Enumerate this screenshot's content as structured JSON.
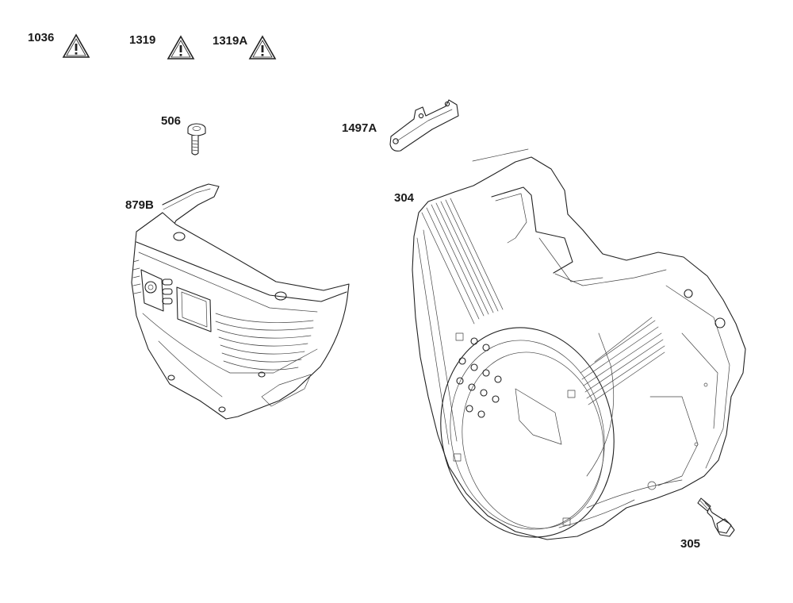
{
  "warning_labels": [
    {
      "label": "1036"
    },
    {
      "label": "1319"
    },
    {
      "label": "1319A"
    }
  ],
  "callouts": [
    {
      "label": "506"
    },
    {
      "label": "879B"
    },
    {
      "label": "1497A"
    },
    {
      "label": "304"
    },
    {
      "label": "305"
    }
  ]
}
